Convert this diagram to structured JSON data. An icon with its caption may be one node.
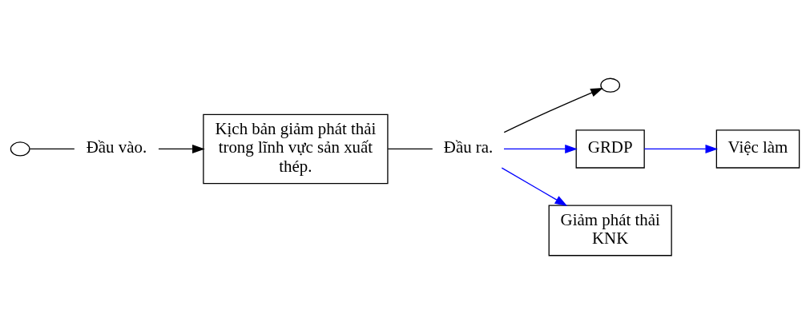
{
  "diagram": {
    "nodes": [
      {
        "text": [],
        "shape": "cloud"
      },
      {
        "text": [
          "Đầu vào."
        ]
      },
      {
        "text": [
          "Kịch bản giảm phát thải trong lĩnh vực sản xuất thép."
        ]
      },
      {
        "text": [
          "Đầu ra."
        ]
      },
      {
        "text": [],
        "shape": "cloud"
      },
      {
        "text": [
          "GRDP"
        ]
      },
      {
        "text": [
          "Việc làm"
        ]
      },
      {
        "text": [
          "Giảm phát thải KNK"
        ]
      }
    ],
    "edges": [
      {
        "from": 0,
        "to": 1,
        "arrow": "none"
      },
      {
        "from": 1,
        "to": 2,
        "arrow": "to"
      },
      {
        "from": 2,
        "to": 3,
        "arrow": "none"
      },
      {
        "from": 3,
        "to": 4,
        "arrow": "to"
      },
      {
        "from": 3,
        "to": 5,
        "arrow": "to",
        "color": "#0000ff"
      },
      {
        "from": 5,
        "to": 6,
        "arrow": "to",
        "color": "#0000ff"
      },
      {
        "from": 3,
        "to": 7,
        "arrow": "to",
        "color": "#0000ff"
      }
    ]
  }
}
